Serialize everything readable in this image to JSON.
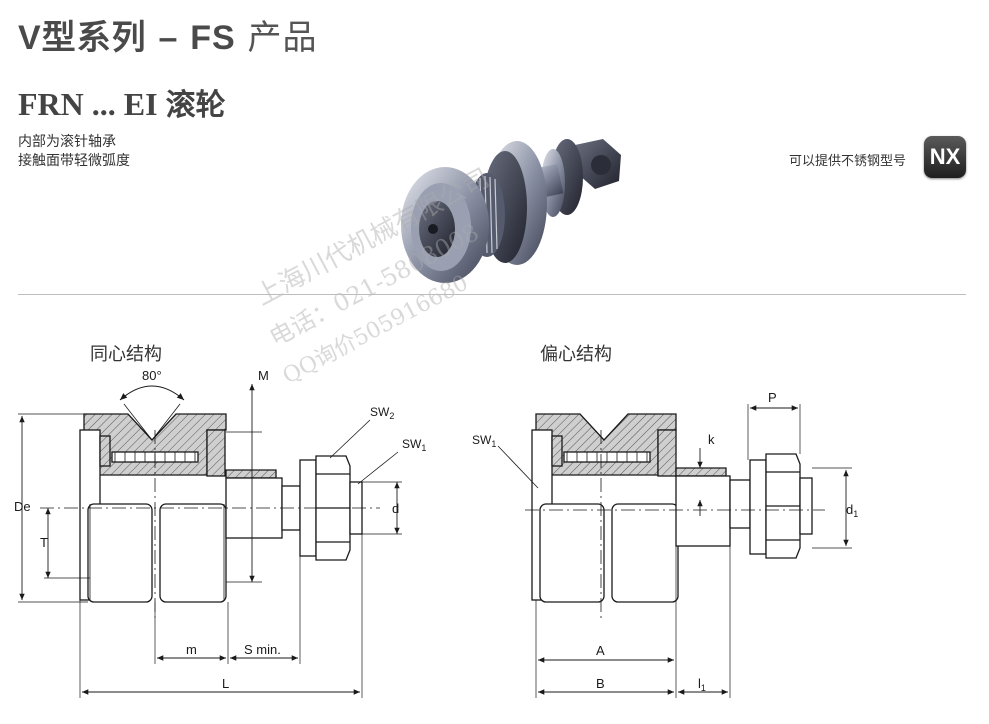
{
  "header": {
    "series_prefix": "V型系列",
    "series_dash": "–",
    "series_code": "FS",
    "series_suffix": "产品",
    "product_code": "FRN ... EI",
    "product_name": "滚轮",
    "desc_line1": "内部为滚针轴承",
    "desc_line2": "接触面带轻微弧度",
    "nx_text": "可以提供不锈钢型号",
    "nx_badge": "NX"
  },
  "watermark": {
    "line1": "上海川代机械有限公司",
    "line2": "电话：021-5808008",
    "line3": "QQ询价505916680"
  },
  "sections": {
    "concentric": "同心结构",
    "eccentric": "偏心结构"
  },
  "labels_left": {
    "angle": "80°",
    "M": "M",
    "SW2": "SW",
    "SW2_sub": "2",
    "SW1": "SW",
    "SW1_sub": "1",
    "De": "De",
    "T": "T",
    "d": "d",
    "m": "m",
    "S": "S min.",
    "L": "L"
  },
  "labels_right": {
    "SW1": "SW",
    "SW1_sub": "1",
    "P": "P",
    "k": "k",
    "d1": "d",
    "d1_sub": "1",
    "A": "A",
    "B": "B",
    "l1": "l",
    "l1_sub": "1"
  },
  "colors": {
    "hatch_fill": "#c9c9c9",
    "line": "#1a1a1a",
    "nx_badge": "#2f2f2f"
  }
}
